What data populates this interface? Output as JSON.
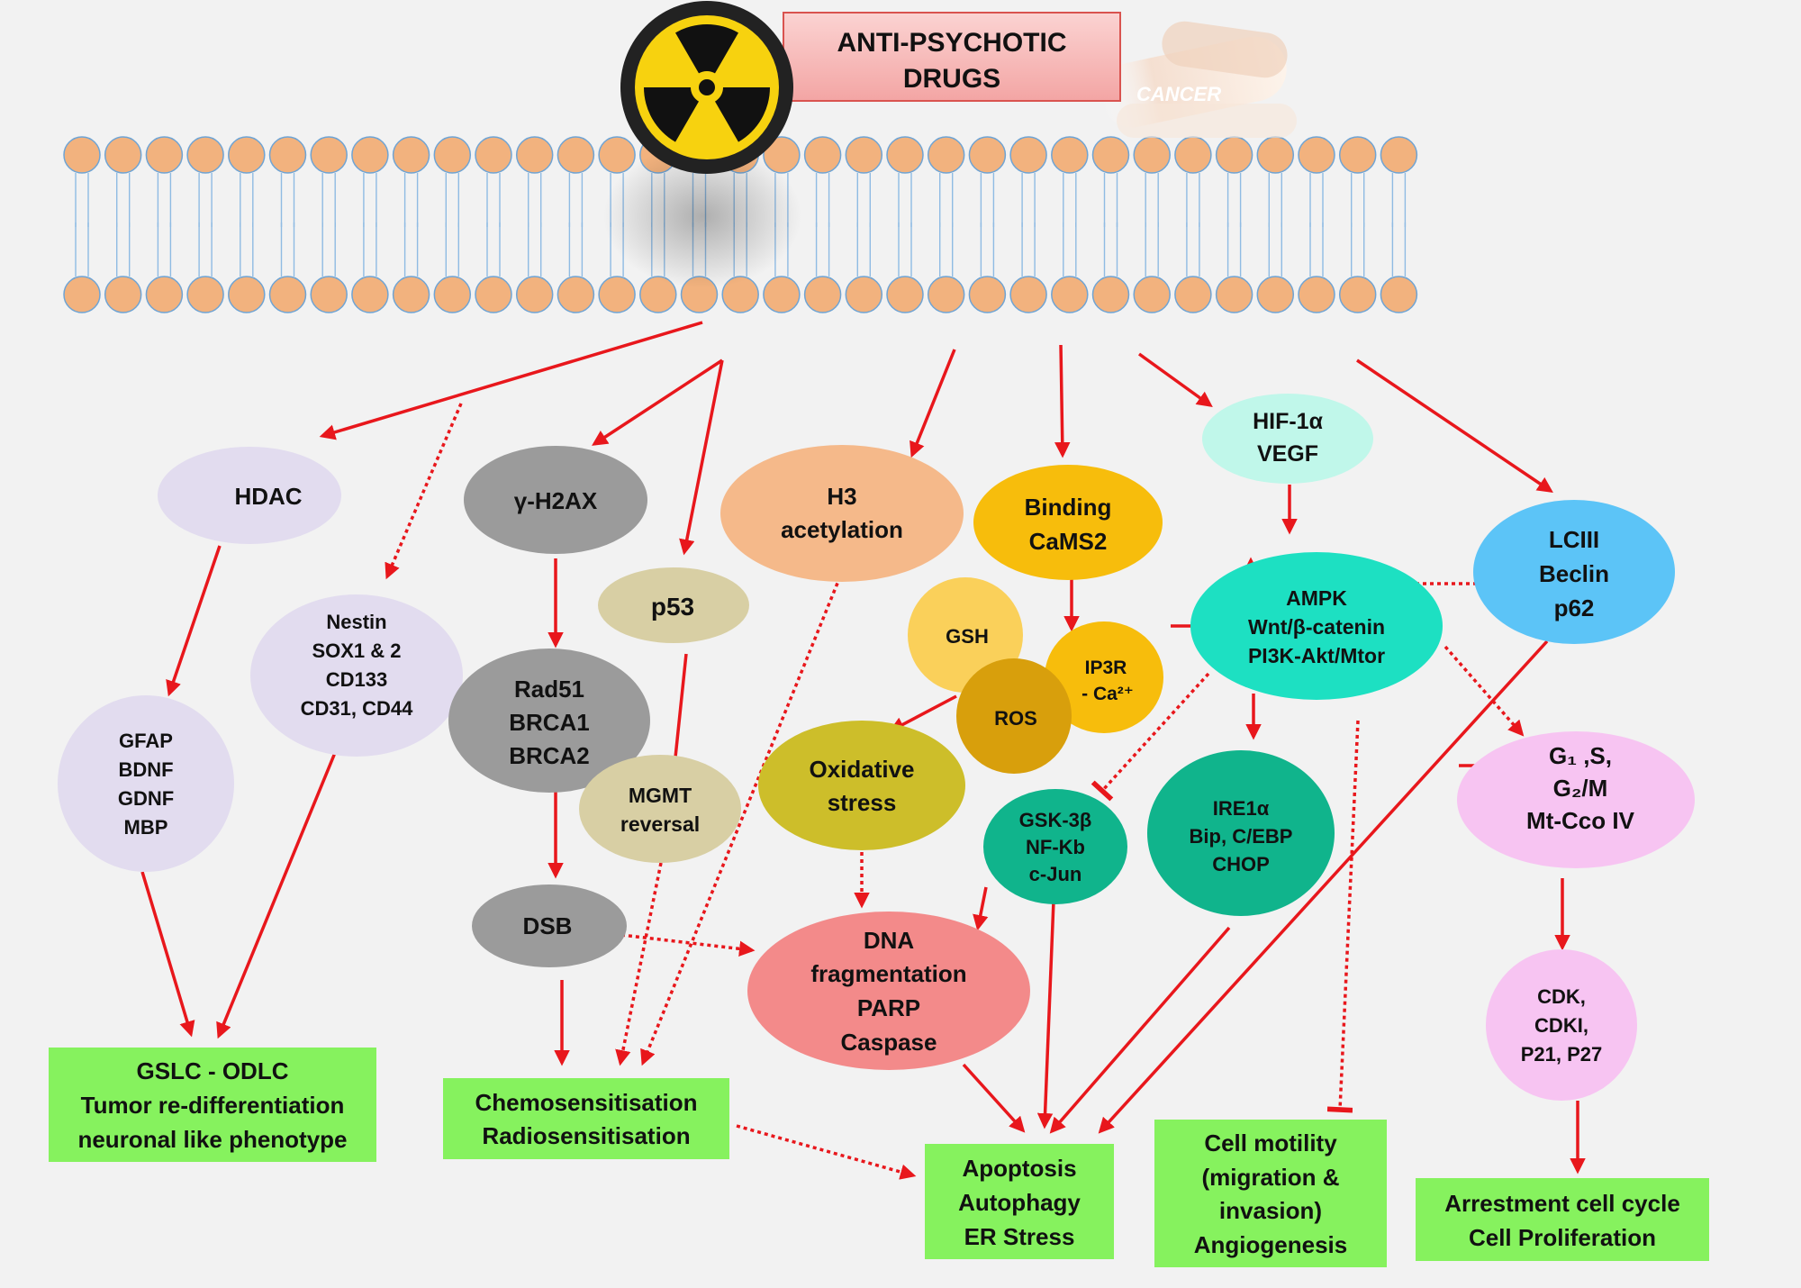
{
  "title": [
    "ANTI-PSYCHOTIC",
    "DRUGS"
  ],
  "cancer_pill_text": "CANCER",
  "colors": {
    "background": "#f2f2f2",
    "arrow": "#e8171c",
    "down_arrow": "#1c2ee8",
    "lipid_head": "#f2b27e",
    "result_box": "#86f25e",
    "title_box": "#f7b9b8"
  },
  "nodes": {
    "hdac": [
      "HDAC"
    ],
    "nestin": [
      "Nestin",
      "SOX1 & 2",
      "CD133",
      "CD31, CD44"
    ],
    "gfap": [
      "GFAP",
      "BDNF",
      "GDNF",
      "MBP"
    ],
    "h2ax": [
      "γ-H2AX"
    ],
    "p53": [
      "p53"
    ],
    "rad51": [
      "Rad51",
      "BRCA1",
      "BRCA2"
    ],
    "mgmt": [
      "MGMT",
      "reversal"
    ],
    "dsb": [
      "DSB"
    ],
    "h3": [
      "H3",
      "acetylation"
    ],
    "binding": [
      "Binding",
      "CaMS2"
    ],
    "gsh": [
      "GSH"
    ],
    "ip3r": [
      "IP3R",
      "- Ca²⁺"
    ],
    "ros": [
      "ROS"
    ],
    "oxidative": [
      "Oxidative",
      "stress"
    ],
    "dna": [
      "DNA",
      "fragmentation",
      "PARP",
      "Caspase"
    ],
    "hif": [
      "HIF-1α",
      "VEGF"
    ],
    "ampk": [
      "AMPK",
      "Wnt/β-catenin",
      "PI3K-Akt/Mtor"
    ],
    "gsk": [
      "GSK-3β",
      "NF-Kb",
      "c-Jun"
    ],
    "ire": [
      "IRE1α",
      "Bip, C/EBP",
      "CHOP"
    ],
    "lciii": [
      "LCIII",
      "Beclin",
      "p62"
    ],
    "g1": [
      "G₁ ,S,",
      "G₂/M",
      "Mt-Cco IV"
    ],
    "cdk": [
      "CDK,",
      "CDKI,",
      "P21, P27"
    ]
  },
  "outcomes": {
    "gslc": [
      "GSLC - ODLC",
      "Tumor re-differentiation",
      "neuronal like phenotype"
    ],
    "chemo": [
      "Chemosensitisation",
      "Radiosensitisation"
    ],
    "apoptosis": [
      "Apoptosis",
      "Autophagy",
      "ER Stress"
    ],
    "motility": [
      "Cell motility",
      "(migration &",
      "invasion)",
      "Angiogenesis"
    ],
    "arrest": [
      "Arrestment cell cycle",
      "Cell Proliferation"
    ]
  }
}
